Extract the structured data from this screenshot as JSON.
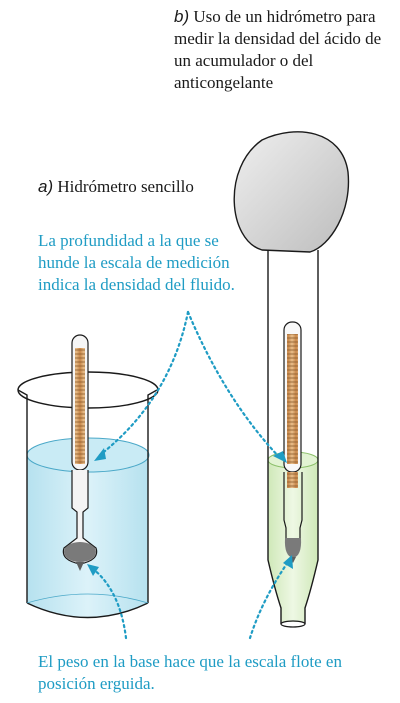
{
  "labels": {
    "b_letter": "b)",
    "b_text": "Uso de un hidrómetro para medir la densidad del ácido de un acumulador o del anticongelante",
    "a_letter": "a)",
    "a_text": "Hidrómetro sencillo",
    "depth_note": "La profundidad a la que se hunde la escala de medición indica la densidad del fluido.",
    "weight_note": "El peso en la base hace que la escala flote en posición erguida."
  },
  "colors": {
    "annotation": "#1f9cc4",
    "liquid_a": "#bfe6f2",
    "liquid_b": "#dff0cf",
    "scale": "#d8a56a",
    "bulb": "#d2d2d2",
    "weight": "#7a7a7a"
  }
}
